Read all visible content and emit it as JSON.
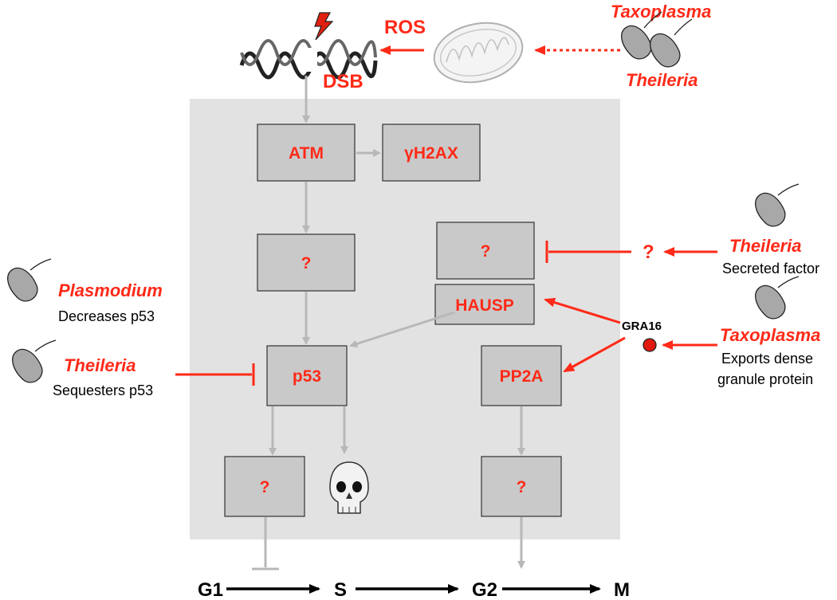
{
  "boxes": {
    "atm": "ATM",
    "gh2ax": "γH2AX",
    "q_left": "?",
    "q_right": "?",
    "hausp": "HAUSP",
    "p53": "p53",
    "pp2a": "PP2A",
    "q_bottom_left": "?",
    "q_bottom_right": "?"
  },
  "top": {
    "ros": "ROS",
    "dsb": "DSB",
    "taxoplasma": "Taxoplasma",
    "theileria": "Theileria"
  },
  "left": {
    "plasmodium": "Plasmodium",
    "plasmodium_desc": "Decreases p53",
    "theileria": "Theileria",
    "theileria_desc": "Sequesters p53"
  },
  "right": {
    "theileria": "Theileria",
    "theileria_desc": "Secreted factor",
    "question": "?",
    "gra16": "GRA16",
    "taxoplasma": "Taxoplasma",
    "taxoplasma_desc_1": "Exports dense",
    "taxoplasma_desc_2": "granule protein"
  },
  "phases": [
    "G1",
    "S",
    "G2",
    "M"
  ],
  "colors": {
    "accent_red": "#ff2a18",
    "panel_grey": "#e2e2e2",
    "box_grey": "#c9c9c9",
    "arrow_grey": "#b8b8b8"
  },
  "icons": [
    "dna-icon",
    "lightning-icon",
    "mitochondrion-icon",
    "parasite-icon",
    "skull-icon"
  ]
}
